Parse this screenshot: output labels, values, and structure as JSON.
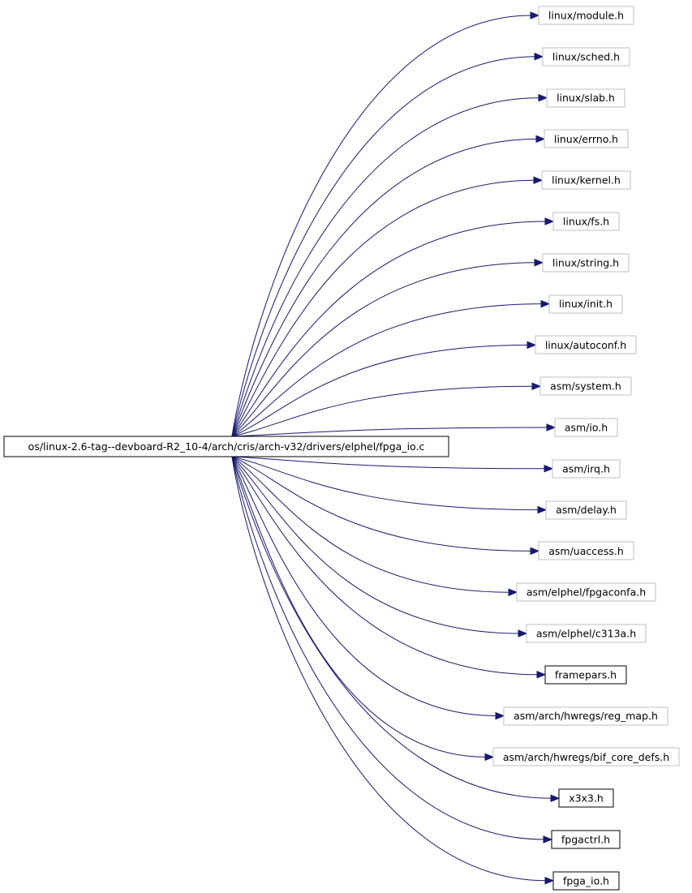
{
  "graph": {
    "root": {
      "label": "os/linux-2.6-tag--devboard-R2_10-4/arch/cris/arch-v32/drivers/elphel/fpga_io.c",
      "fill": "#bfbfbf",
      "border": "#000000"
    },
    "edge_color": "#191970",
    "includes": [
      {
        "label": "linux/module.h",
        "documented": false
      },
      {
        "label": "linux/sched.h",
        "documented": false
      },
      {
        "label": "linux/slab.h",
        "documented": false
      },
      {
        "label": "linux/errno.h",
        "documented": false
      },
      {
        "label": "linux/kernel.h",
        "documented": false
      },
      {
        "label": "linux/fs.h",
        "documented": false
      },
      {
        "label": "linux/string.h",
        "documented": false
      },
      {
        "label": "linux/init.h",
        "documented": false
      },
      {
        "label": "linux/autoconf.h",
        "documented": false
      },
      {
        "label": "asm/system.h",
        "documented": false
      },
      {
        "label": "asm/io.h",
        "documented": false
      },
      {
        "label": "asm/irq.h",
        "documented": false
      },
      {
        "label": "asm/delay.h",
        "documented": false
      },
      {
        "label": "asm/uaccess.h",
        "documented": false
      },
      {
        "label": "asm/elphel/fpgaconfa.h",
        "documented": false
      },
      {
        "label": "asm/elphel/c313a.h",
        "documented": false
      },
      {
        "label": "framepars.h",
        "documented": true
      },
      {
        "label": "asm/arch/hwregs/reg_map.h",
        "documented": false
      },
      {
        "label": "asm/arch/hwregs/bif_core_defs.h",
        "documented": false
      },
      {
        "label": "x3x3.h",
        "documented": true
      },
      {
        "label": "fpgactrl.h",
        "documented": true
      },
      {
        "label": "fpga_io.h",
        "documented": true
      }
    ],
    "border_documented": "#000000",
    "border_undocumented": "#bfbfbf"
  }
}
